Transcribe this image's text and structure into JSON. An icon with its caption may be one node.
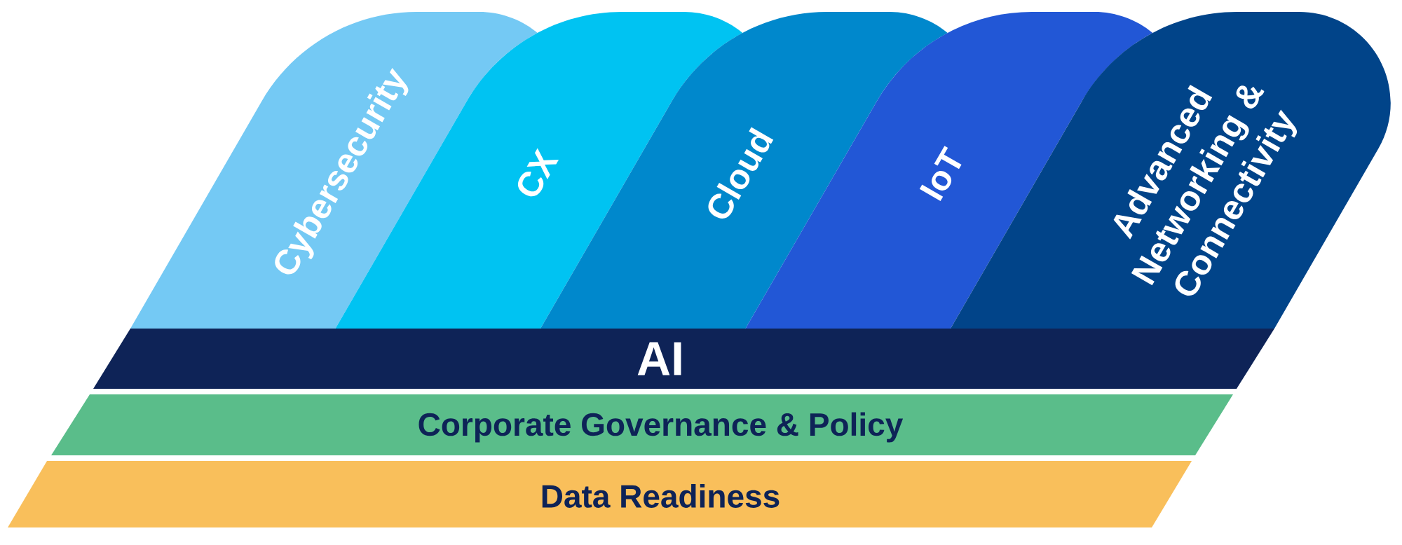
{
  "diagram": {
    "nodes": [
      {
        "text": [
          "Cybersecurity"
        ]
      },
      {
        "text": [
          "CX"
        ]
      },
      {
        "text": [
          "Cloud"
        ]
      },
      {
        "text": [
          "IoT"
        ]
      },
      {
        "text": [
          "Advanced Networking & Connectivity"
        ]
      },
      {
        "text": [
          "AI"
        ]
      },
      {
        "text": [
          "Corporate Governance & Policy"
        ]
      },
      {
        "text": [
          "Data Readiness"
        ]
      }
    ]
  }
}
